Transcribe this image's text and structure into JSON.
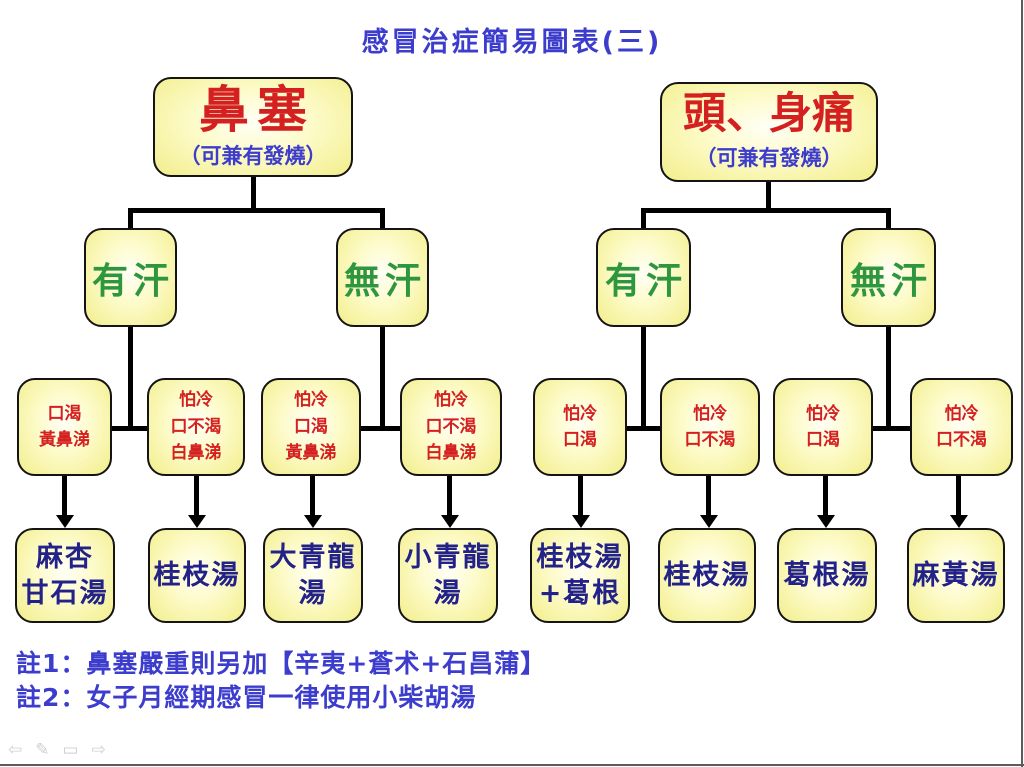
{
  "title": "感冒治症簡易圖表(三)",
  "left_tree": {
    "root": {
      "title": "鼻塞",
      "subtitle": "（可兼有發燒）"
    },
    "branch_yes_sweat": "有汗",
    "branch_no_sweat": "無汗",
    "conditions": [
      {
        "text": "口渴\n黃鼻涕"
      },
      {
        "text": "怕冷\n口不渴\n白鼻涕"
      },
      {
        "text": "怕冷\n口渴\n黃鼻涕"
      },
      {
        "text": "怕冷\n口不渴\n白鼻涕"
      }
    ],
    "remedies": [
      {
        "text": "麻杏\n甘石湯"
      },
      {
        "text": "桂枝湯"
      },
      {
        "text": "大青龍\n湯"
      },
      {
        "text": "小青龍\n湯"
      }
    ]
  },
  "right_tree": {
    "root": {
      "title": "頭、身痛",
      "subtitle": "（可兼有發燒）"
    },
    "branch_yes_sweat": "有汗",
    "branch_no_sweat": "無汗",
    "conditions": [
      {
        "text": "怕冷\n口渴"
      },
      {
        "text": "怕冷\n口不渴"
      },
      {
        "text": "怕冷\n口渴"
      },
      {
        "text": "怕冷\n口不渴"
      }
    ],
    "remedies": [
      {
        "text": "桂枝湯\n+葛根"
      },
      {
        "text": "桂枝湯"
      },
      {
        "text": "葛根湯"
      },
      {
        "text": "麻黃湯"
      }
    ]
  },
  "notes": {
    "note1": "註1：鼻塞嚴重則另加【辛夷+蒼术+石昌蒲】",
    "note2": "註2：女子月經期感冒一律使用小柴胡湯"
  },
  "colors": {
    "title_blue": "#3c3ccd",
    "symptom_red": "#d42020",
    "branch_green": "#2f9640",
    "remedy_navy": "#222288",
    "box_fill_edge": "#f2ee8c",
    "box_fill_center": "#fffff6",
    "connector_black": "#000000"
  },
  "toolbar": {
    "back_icon": "⇦",
    "pen_icon": "✎",
    "menu_icon": "▭",
    "forward_icon": "⇨"
  }
}
